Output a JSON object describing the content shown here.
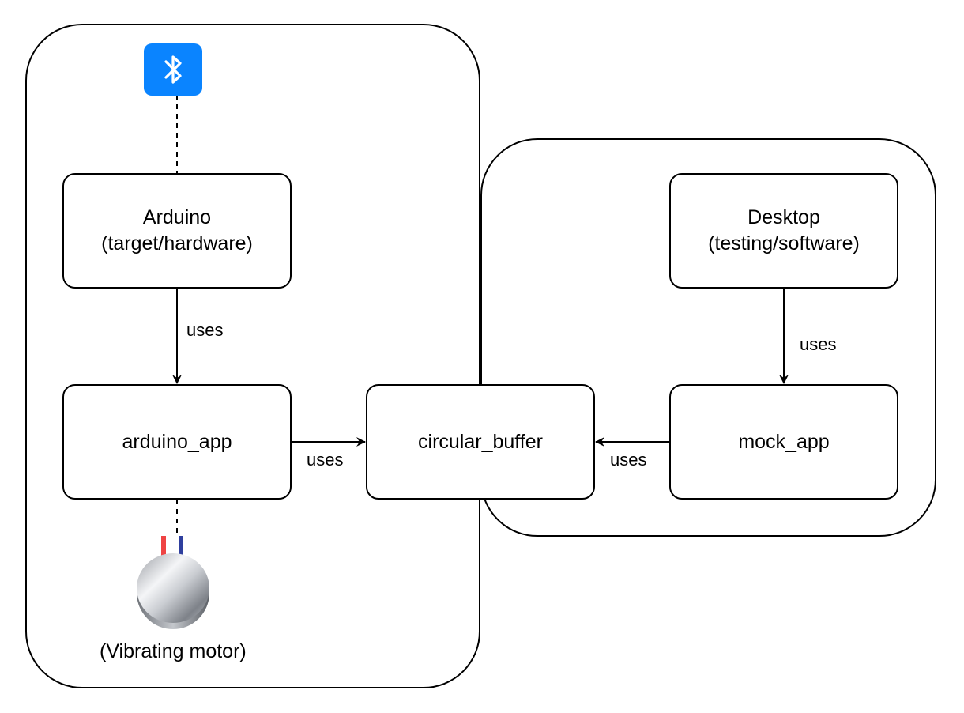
{
  "containers": {
    "target_group": "",
    "testing_group": ""
  },
  "nodes": {
    "arduino": {
      "line1": "Arduino",
      "line2": "(target/hardware)"
    },
    "desktop": {
      "line1": "Desktop",
      "line2": "(testing/software)"
    },
    "arduino_app": {
      "label": "arduino_app"
    },
    "circular_buffer": {
      "label": "circular_buffer"
    },
    "mock_app": {
      "label": "mock_app"
    }
  },
  "edges": {
    "arduino_to_arduino_app": "uses",
    "desktop_to_mock_app": "uses",
    "arduino_app_to_circular_buffer": "uses",
    "mock_app_to_circular_buffer": "uses"
  },
  "peripherals": {
    "bluetooth_icon": "bluetooth-icon",
    "motor_icon": "vibrating-motor-icon",
    "motor_caption": "(Vibrating motor)"
  },
  "colors": {
    "bluetooth_blue": "#0a84ff",
    "wire_red": "#ef4444",
    "wire_blue": "#2f3f9e"
  }
}
